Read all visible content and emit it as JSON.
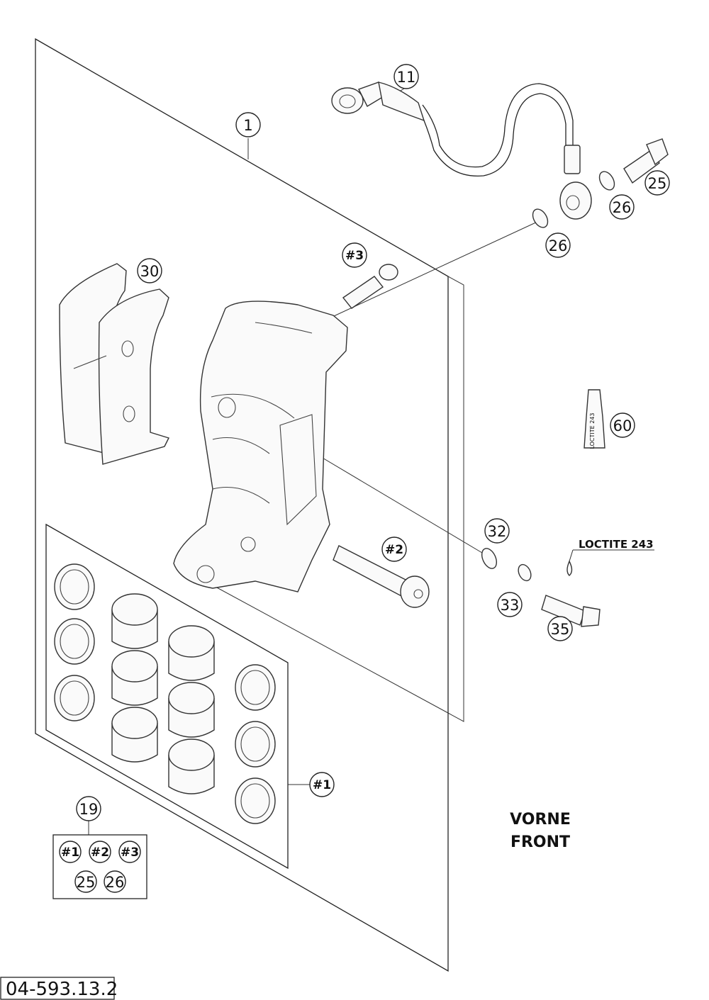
{
  "diagram": {
    "document_number": "04-593.13.2",
    "direction_labels": [
      "VORNE",
      "FRONT"
    ],
    "loctite_note": "LOCTITE 243",
    "tube_label": "LOCTITE 243",
    "callouts": {
      "c1": "1",
      "c11": "11",
      "c25": "25",
      "c26a": "26",
      "c26b": "26",
      "c30": "30",
      "h3": "#3",
      "c60": "60",
      "c32": "32",
      "h2": "#2",
      "c33": "33",
      "c35": "35",
      "h1": "#1",
      "c19": "19"
    },
    "kit_19": {
      "row1": [
        "#1",
        "#2",
        "#3"
      ],
      "row2": [
        "25",
        "26"
      ]
    }
  }
}
